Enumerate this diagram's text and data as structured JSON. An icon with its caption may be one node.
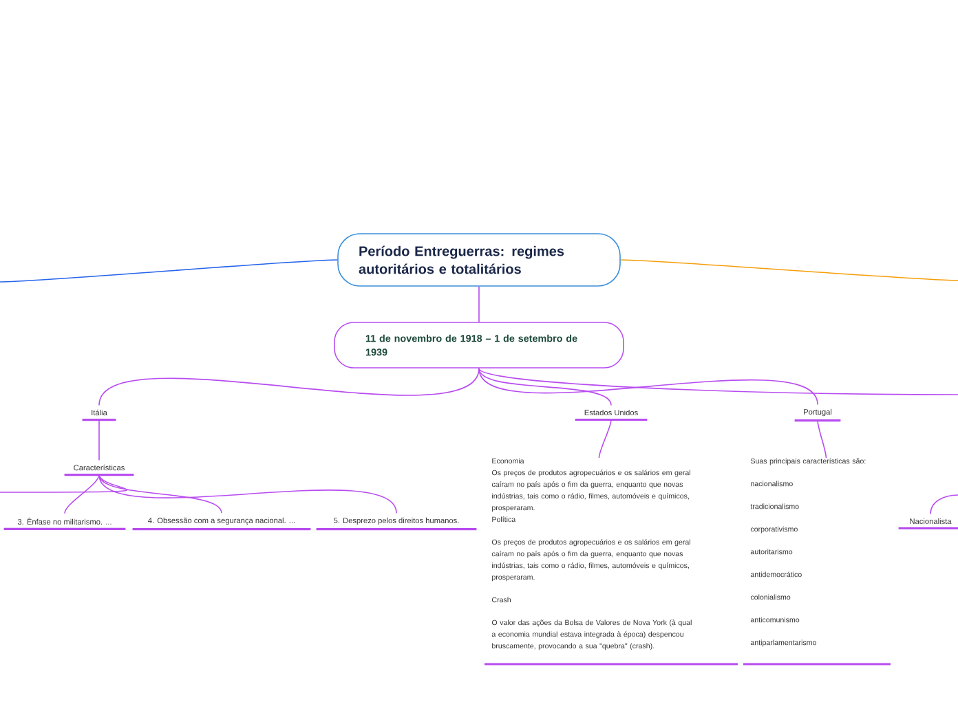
{
  "diagram": {
    "nodes": [
      {
        "text": [
          "Período Entreguerras: regimes autoritários e totalitários"
        ]
      },
      {
        "text": [
          "11 de novembro de 1918 – 1 de setembro de 1939"
        ]
      },
      {
        "text": [
          "Itália"
        ]
      },
      {
        "text": [
          "Características"
        ]
      },
      {
        "text": [
          "3. Ênfase no militarismo. ..."
        ]
      },
      {
        "text": [
          "4. Obsessão com a segurança nacional. ..."
        ]
      },
      {
        "text": [
          "5. Desprezo pelos direitos humanos."
        ]
      },
      {
        "text": [
          "Estados Unidos"
        ]
      },
      {
        "text": [
          "Economia",
          "Os preços de produtos agropecuários e os salários em geral caíram no país após o fim da guerra, enquanto que novas indústrias, tais como o rádio, filmes, automóveis e químicos, prosperaram.",
          "Política",
          "Os preços de produtos agropecuários e os salários em geral caíram no país após o fim da guerra, enquanto que novas indústrias, tais como o rádio, filmes, automóveis e químicos, prosperaram.",
          "Crash",
          "O valor das ações da Bolsa de Valores de Nova York (à qual a economia mundial estava integrada à época) despencou bruscamente, provocando a sua \"quebra\" (crash)."
        ]
      },
      {
        "text": [
          "Portugal"
        ]
      },
      {
        "text": [
          "Suas principais características são:",
          "nacionalismo",
          "tradicionalismo",
          "corporativismo",
          "autoritarismo",
          "antidemocrático",
          "colonialismo",
          "anticomunismo",
          "antiparlamentarismo"
        ]
      },
      {
        "text": [
          "Nacionalista"
        ]
      }
    ],
    "edges": [
      {
        "from": 0,
        "to": 1,
        "arrow": "none"
      },
      {
        "from": 0,
        "to": null,
        "arrow": "none",
        "color": "#2563eb"
      },
      {
        "from": 0,
        "to": null,
        "arrow": "none",
        "color": "#f59e0b"
      },
      {
        "from": 1,
        "to": 2,
        "arrow": "none"
      },
      {
        "from": 1,
        "to": 7,
        "arrow": "none"
      },
      {
        "from": 1,
        "to": 9,
        "arrow": "none"
      },
      {
        "from": 1,
        "to": null,
        "arrow": "none"
      },
      {
        "from": 2,
        "to": 3,
        "arrow": "none"
      },
      {
        "from": 3,
        "to": null,
        "arrow": "none"
      },
      {
        "from": 3,
        "to": 4,
        "arrow": "none"
      },
      {
        "from": 3,
        "to": 5,
        "arrow": "none"
      },
      {
        "from": 3,
        "to": 6,
        "arrow": "none"
      },
      {
        "from": 7,
        "to": 8,
        "arrow": "none"
      },
      {
        "from": 9,
        "to": 10,
        "arrow": "none"
      },
      {
        "from": null,
        "to": 11,
        "arrow": "none"
      }
    ]
  }
}
